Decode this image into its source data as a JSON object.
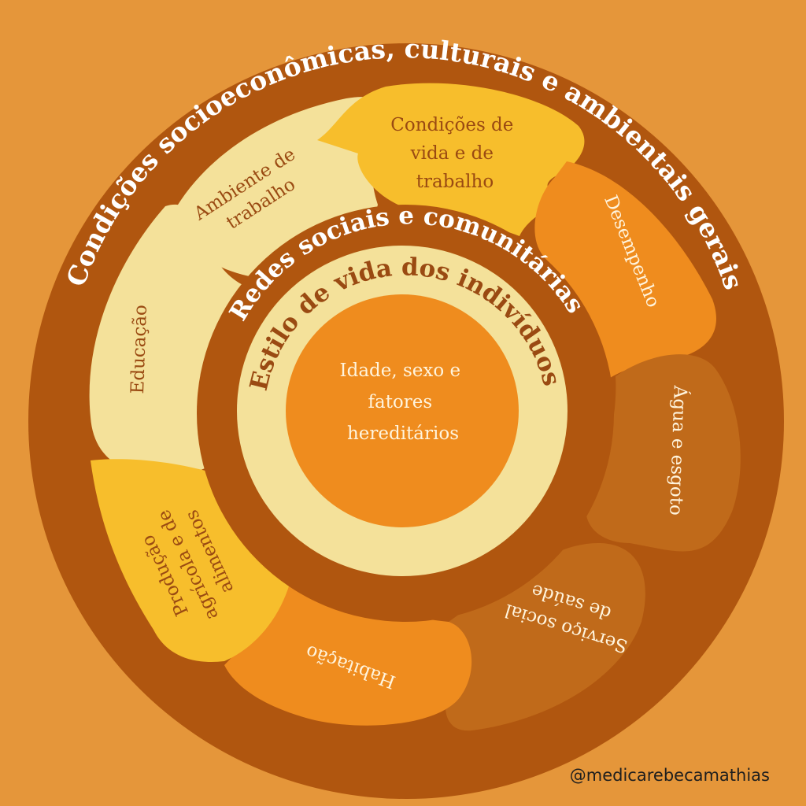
{
  "layers": {
    "outer": "Condições socioeconômicas, culturais e ambientais gerais",
    "social": "Redes sociais e comunitárias",
    "lifestyle": "Estilo de vida dos indivíduos",
    "core": [
      "Idade, sexo e",
      "fatores",
      "hereditários"
    ]
  },
  "segments": {
    "work_env": [
      "Ambiente de",
      "trabalho"
    ],
    "living": [
      "Condições de",
      "vida e de",
      "trabalho"
    ],
    "performance": "Desempenho",
    "water": "Água e esgoto",
    "health": [
      "Serviço social",
      "de saúde"
    ],
    "housing": "Habitação",
    "food": [
      "Produção",
      "agrícola e de",
      "alimentos"
    ],
    "education": "Educação"
  },
  "credit": "@medicarebecamathias",
  "colors": {
    "background": "#E5963A",
    "ring_dark": "#B0560F",
    "cream": "#F4E19A",
    "orange": "#EF8C1E",
    "yellow": "#F7BE2C",
    "brown": "#C06A1A",
    "text_dark": "#9A4A12"
  }
}
